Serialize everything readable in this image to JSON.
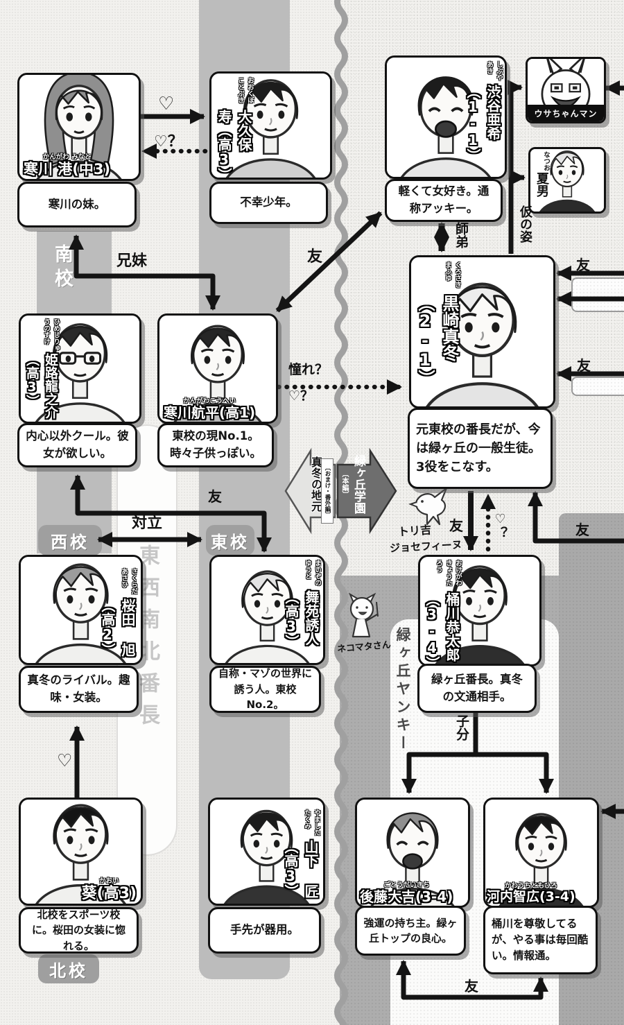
{
  "zones": {
    "south": "南校",
    "west": "西校",
    "east": "東校",
    "north": "北校",
    "compass": "東西南北番長",
    "yankee": "緑ヶ丘ヤンキー"
  },
  "center_arrows": {
    "left_title": "真冬の地元",
    "left_sub": "〔おまけ・番外編〕",
    "right_title": "緑ヶ丘学園",
    "right_sub": "〔本編〕"
  },
  "characters": {
    "minato": {
      "name": "寒川 港(中3)",
      "furigana": "かんがわ みなと",
      "desc": "寒川の妹。"
    },
    "okubo": {
      "name": "大久保 寿（高3）",
      "furigana": "おおくぼ ことぶき",
      "desc": "不幸少年。"
    },
    "shibuya": {
      "name": "渋谷亜希（1-1）",
      "furigana": "しぶやあき",
      "desc": "軽くて女好き。通称アッキー。"
    },
    "usachan": {
      "name": "ウサちゃんマン"
    },
    "natsuo": {
      "name": "夏男",
      "furigana": "なつお"
    },
    "kurosaki": {
      "name": "黒崎真冬（2-1）",
      "furigana": "くろさきまふゆ",
      "desc": "元東校の番長だが、今は緑ヶ丘の一般生徒。3役をこなす。"
    },
    "himeji": {
      "name": "姫路龍之介（高3）",
      "furigana": "ひめじりゅうのすけ",
      "desc": "内心以外クール。彼女が欲しい。"
    },
    "kohei": {
      "name": "寒川航平(高1)",
      "furigana": "かんがわこうへい",
      "desc": "東校の現No.1。時々子供っぽい。"
    },
    "sakurada": {
      "name": "桜田 旭（高2）",
      "furigana": "さくらだ あさひ",
      "desc": "真冬のライバル。趣味・女装。"
    },
    "maizono": {
      "name": "舞苑誘人（高3）",
      "furigana": "まいぞのゆうと",
      "desc": "自称・マゾの世界に誘う人。東校No.2。"
    },
    "okegawa": {
      "name": "桶川恭太郎（3-4）",
      "furigana": "おけがわきょうたろう",
      "desc": "緑ヶ丘番長。真冬の文通相手。"
    },
    "kaoi": {
      "name": "葵(高3)",
      "furigana": "かおい",
      "desc": "北校をスポーツ校に。桜田の女装に惚れる。"
    },
    "yamashita": {
      "name": "山下 匠（高3）",
      "furigana": "やました たくみ",
      "desc": "手先が器用。"
    },
    "goto": {
      "name": "後藤大吉(3-4)",
      "furigana": "ごとうだいきち",
      "desc": "強運の持ち主。緑ヶ丘トップの良心。"
    },
    "kawauchi": {
      "name": "河内智広(3-4)",
      "furigana": "かわうちともひろ",
      "desc": "桶川を尊敬してるが、やる事は毎回酷い。情報通。"
    }
  },
  "relations": {
    "heart": "♡",
    "heart_q": "♡？",
    "siblings": "兄妹",
    "friend_diag": "友",
    "mentor": "師弟",
    "disguise": "仮の姿",
    "friend_r1": "友",
    "friend_r2": "友",
    "admire": "憧れ？",
    "admire_heart": "♡？",
    "friend_west": "友",
    "rivalry": "対立",
    "friend_down": "友",
    "heart_q_up": "♡？",
    "henchman": "子分",
    "friend_edge": "友",
    "friend_pair": "友",
    "heart_kaoi": "♡"
  },
  "doodles": {
    "bird_line1": "トリ吉",
    "bird_line2": "ジョセフィーヌ",
    "cat": "ネコマタさん"
  }
}
